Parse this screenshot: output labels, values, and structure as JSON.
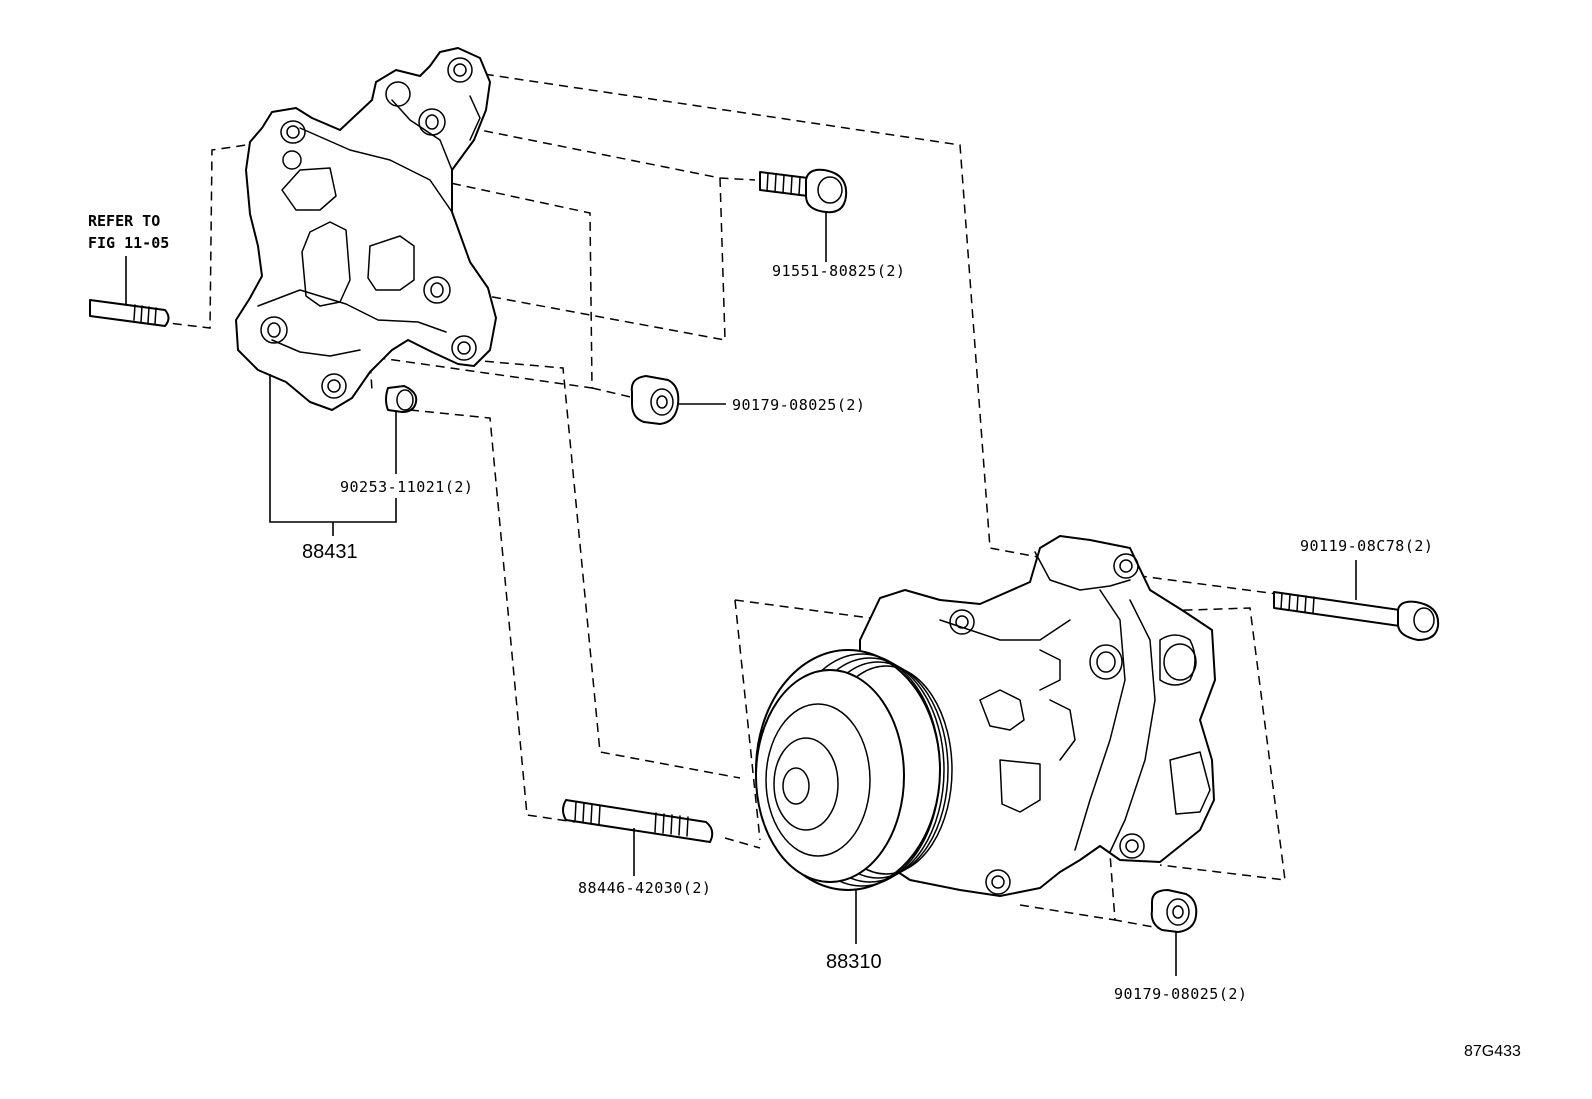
{
  "diagram": {
    "reference_note": [
      "REFER TO",
      "FIG 11-05"
    ],
    "figure_id": "87G433",
    "parts": {
      "bolt_top": "91551-80825(2)",
      "nut_mid": "90179-08025(2)",
      "collar": "90253-11021(2)",
      "bracket": "88431",
      "bolt_long": "90119-08C78(2)",
      "stud": "88446-42030(2)",
      "compressor": "88310",
      "nut_bottom": "90179-08025(2)"
    }
  }
}
